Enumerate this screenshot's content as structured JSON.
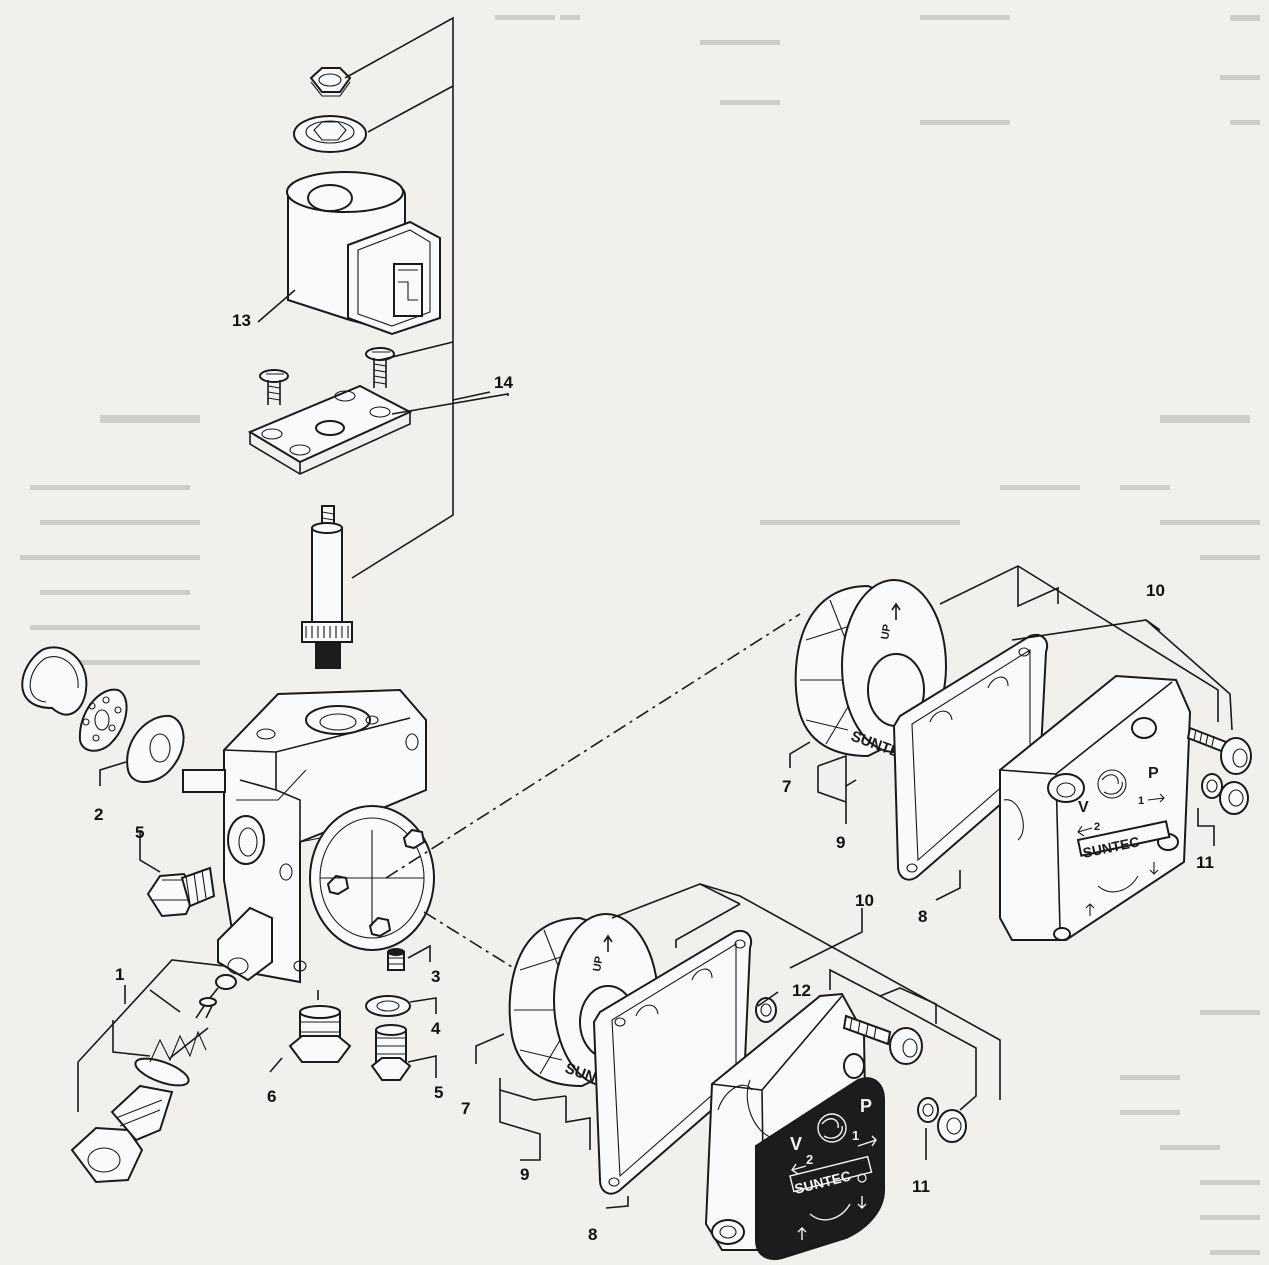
{
  "callouts": [
    "1",
    "2",
    "3",
    "4",
    "5",
    "5",
    "6",
    "7",
    "7",
    "8",
    "8",
    "9",
    "9",
    "10",
    "10",
    "11",
    "11",
    "12",
    "13",
    "14"
  ],
  "brand": {
    "filter_text": "SUNTEC",
    "filter_up": "UP",
    "cover_logo": "SUNTEC",
    "port_p": "P",
    "port_v": "V",
    "port_1": "1",
    "port_2": "2"
  }
}
